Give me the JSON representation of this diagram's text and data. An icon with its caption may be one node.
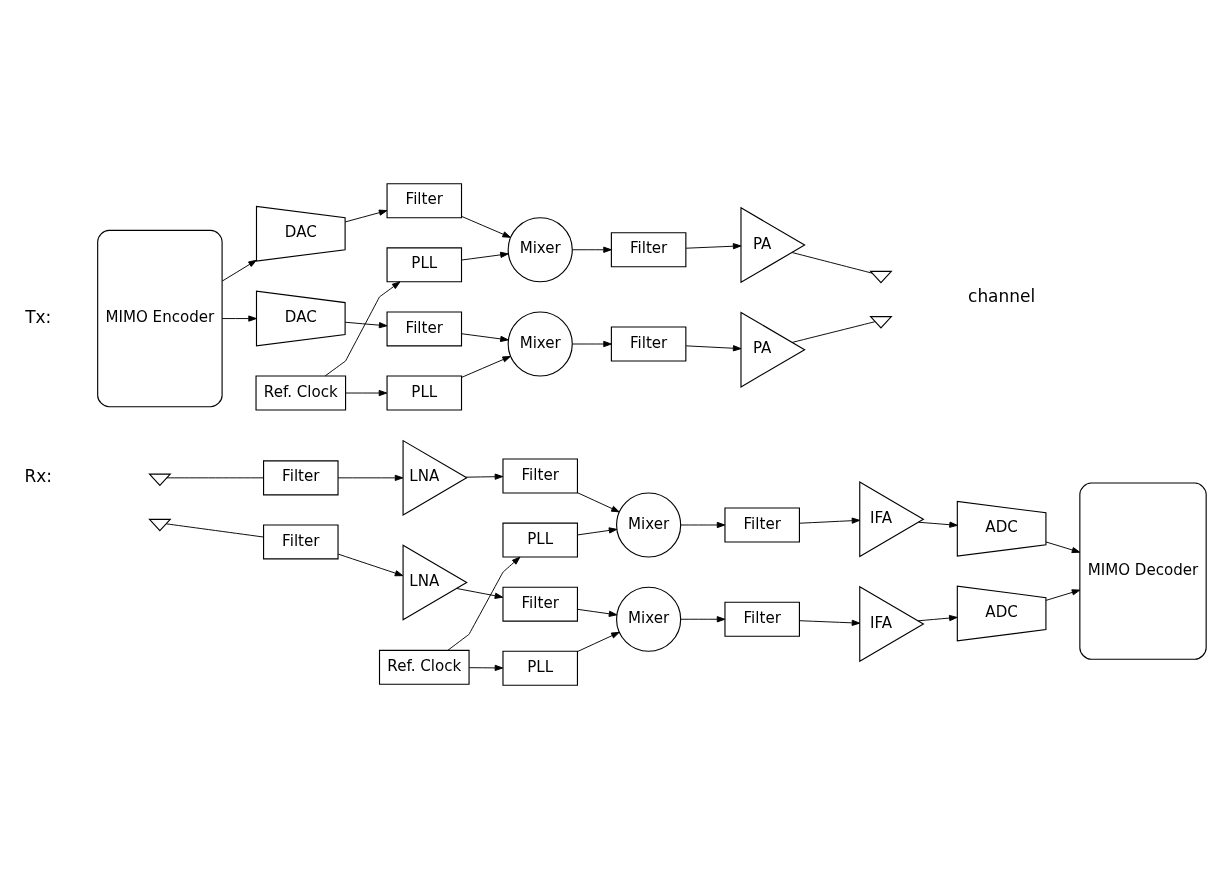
{
  "diagram": {
    "nodes": [
      {
        "text": [
          "MIMO Encoder"
        ]
      },
      {
        "text": [
          "DAC"
        ]
      },
      {
        "text": [
          "Filter"
        ]
      },
      {
        "text": [
          "Mixer"
        ]
      },
      {
        "text": [
          "Filter"
        ]
      },
      {
        "text": [
          "PA"
        ]
      },
      {
        "text": [],
        "shape": "antenna"
      },
      {
        "text": [
          "PLL"
        ]
      },
      {
        "text": [
          "DAC"
        ]
      },
      {
        "text": [
          "Filter"
        ]
      },
      {
        "text": [
          "Mixer"
        ]
      },
      {
        "text": [
          "Filter"
        ]
      },
      {
        "text": [
          "PA"
        ]
      },
      {
        "text": [],
        "shape": "antenna"
      },
      {
        "text": [
          "PLL"
        ]
      },
      {
        "text": [
          "Ref. Clock"
        ]
      },
      {
        "text": [],
        "shape": "antenna"
      },
      {
        "text": [
          "Filter"
        ]
      },
      {
        "text": [
          "LNA"
        ]
      },
      {
        "text": [
          "Filter"
        ]
      },
      {
        "text": [
          "Mixer"
        ]
      },
      {
        "text": [
          "Filter"
        ]
      },
      {
        "text": [
          "IFA"
        ]
      },
      {
        "text": [
          "ADC"
        ]
      },
      {
        "text": [
          "MIMO Decoder"
        ]
      },
      {
        "text": [
          "PLL"
        ]
      },
      {
        "text": [],
        "shape": "antenna"
      },
      {
        "text": [
          "Filter"
        ]
      },
      {
        "text": [
          "LNA"
        ]
      },
      {
        "text": [
          "Filter"
        ]
      },
      {
        "text": [
          "Mixer"
        ]
      },
      {
        "text": [
          "Filter"
        ]
      },
      {
        "text": [
          "IFA"
        ]
      },
      {
        "text": [
          "ADC"
        ]
      },
      {
        "text": [
          "PLL"
        ]
      },
      {
        "text": [
          "Ref. Clock"
        ]
      }
    ],
    "edges": [
      {
        "from": 0,
        "to": 1,
        "arrow": "to"
      },
      {
        "from": 1,
        "to": 2,
        "arrow": "to"
      },
      {
        "from": 2,
        "to": 3,
        "arrow": "to"
      },
      {
        "from": 3,
        "to": 4,
        "arrow": "to"
      },
      {
        "from": 4,
        "to": 5,
        "arrow": "to"
      },
      {
        "from": 5,
        "to": 6,
        "arrow": "none"
      },
      {
        "from": 7,
        "to": 3,
        "arrow": "to"
      },
      {
        "from": 0,
        "to": 8,
        "arrow": "to"
      },
      {
        "from": 8,
        "to": 9,
        "arrow": "to"
      },
      {
        "from": 9,
        "to": 10,
        "arrow": "to"
      },
      {
        "from": 10,
        "to": 11,
        "arrow": "to"
      },
      {
        "from": 11,
        "to": 12,
        "arrow": "to"
      },
      {
        "from": 12,
        "to": 13,
        "arrow": "none"
      },
      {
        "from": 14,
        "to": 10,
        "arrow": "to"
      },
      {
        "from": 15,
        "to": 7,
        "arrow": "to"
      },
      {
        "from": 15,
        "to": 14,
        "arrow": "to"
      },
      {
        "from": 16,
        "to": 17,
        "arrow": "none"
      },
      {
        "from": 17,
        "to": 18,
        "arrow": "to"
      },
      {
        "from": 18,
        "to": 19,
        "arrow": "to"
      },
      {
        "from": 19,
        "to": 20,
        "arrow": "to"
      },
      {
        "from": 20,
        "to": 21,
        "arrow": "to"
      },
      {
        "from": 21,
        "to": 22,
        "arrow": "to"
      },
      {
        "from": 22,
        "to": 23,
        "arrow": "to"
      },
      {
        "from": 23,
        "to": 24,
        "arrow": "to"
      },
      {
        "from": 25,
        "to": 20,
        "arrow": "to"
      },
      {
        "from": 26,
        "to": 27,
        "arrow": "none"
      },
      {
        "from": 27,
        "to": 28,
        "arrow": "to"
      },
      {
        "from": 28,
        "to": 29,
        "arrow": "to"
      },
      {
        "from": 29,
        "to": 30,
        "arrow": "to"
      },
      {
        "from": 30,
        "to": 31,
        "arrow": "to"
      },
      {
        "from": 31,
        "to": 32,
        "arrow": "to"
      },
      {
        "from": 32,
        "to": 33,
        "arrow": "to"
      },
      {
        "from": 33,
        "to": 24,
        "arrow": "to"
      },
      {
        "from": 34,
        "to": 30,
        "arrow": "to"
      },
      {
        "from": 35,
        "to": 25,
        "arrow": "to"
      },
      {
        "from": 35,
        "to": 34,
        "arrow": "to"
      }
    ],
    "labels": [
      "Tx:",
      "channel",
      "Rx:"
    ]
  }
}
